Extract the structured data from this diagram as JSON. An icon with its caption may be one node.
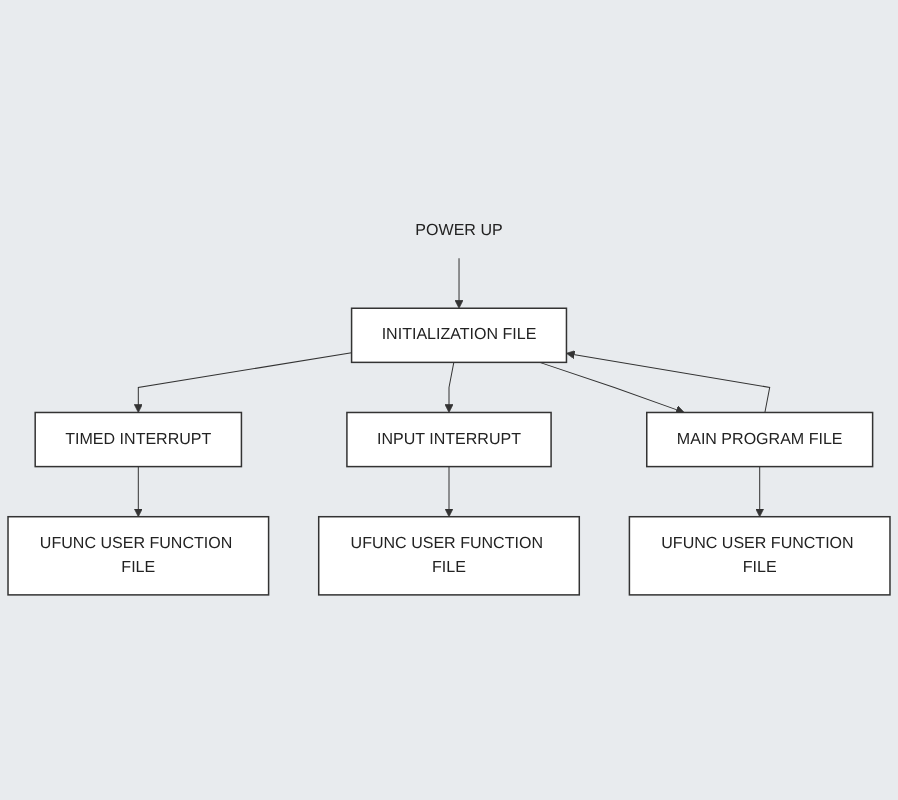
{
  "diagram": {
    "nodes": [
      {
        "text": [
          "POWER UP"
        ]
      },
      {
        "text": [
          "INITIALIZATION FILE"
        ]
      },
      {
        "text": [
          "TIMED INTERRUPT"
        ]
      },
      {
        "text": [
          "UFUNC USER FUNCTION FILE"
        ]
      },
      {
        "text": [
          "INPUT INTERRUPT"
        ]
      },
      {
        "text": [
          "UFUNC USER FUNCTION FILE"
        ]
      },
      {
        "text": [
          "MAIN PROGRAM FILE"
        ]
      },
      {
        "text": [
          "UFUNC USER FUNCTION FILE"
        ]
      }
    ],
    "edges": [
      {
        "from": 0,
        "to": 1,
        "arrow": "to"
      },
      {
        "from": 1,
        "to": 2,
        "arrow": "to"
      },
      {
        "from": 2,
        "to": 3,
        "arrow": "to"
      },
      {
        "from": 1,
        "to": 4,
        "arrow": "to"
      },
      {
        "from": 4,
        "to": 5,
        "arrow": "to"
      },
      {
        "from": 1,
        "to": 6,
        "arrow": "to"
      },
      {
        "from": 6,
        "to": 7,
        "arrow": "to"
      },
      {
        "from": 6,
        "to": 1,
        "arrow": "to"
      }
    ]
  }
}
